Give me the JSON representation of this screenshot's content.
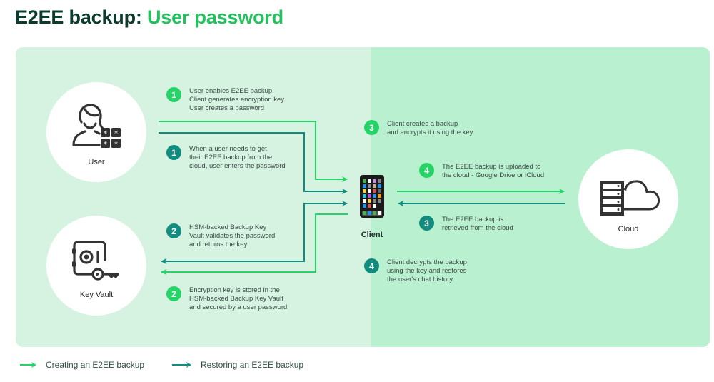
{
  "title": {
    "prefix": "E2EE backup:",
    "highlight": "User password"
  },
  "colors": {
    "create": "#25d366",
    "restore": "#128c7e",
    "title_dark": "#0c3b2e",
    "title_green": "#25c05f",
    "panel_left": "#d6f3e2",
    "panel_right": "#b9f0cf"
  },
  "nodes": {
    "user": {
      "label": "User",
      "icon": "user-password-icon"
    },
    "key_vault": {
      "label": "Key Vault",
      "icon": "safe-key-icon"
    },
    "client": {
      "label": "Client",
      "icon": "smartphone-icon"
    },
    "cloud": {
      "label": "Cloud",
      "icon": "server-cloud-icon"
    }
  },
  "steps": [
    {
      "number": "1",
      "flow": "create",
      "text": "User enables E2EE backup.\nClient generates encryption key.\nUser creates a password"
    },
    {
      "number": "1",
      "flow": "restore",
      "text": "When a user needs to get\ntheir E2EE backup from the\ncloud, user enters the password"
    },
    {
      "number": "2",
      "flow": "restore",
      "text": "HSM-backed Backup Key\nVault validates the password\nand returns the key"
    },
    {
      "number": "2",
      "flow": "create",
      "text": "Encryption key is stored in the\nHSM-backed Backup Key Vault\nand secured by a user password"
    },
    {
      "number": "3",
      "flow": "create",
      "text": "Client creates a backup\nand encrypts it using the key"
    },
    {
      "number": "4",
      "flow": "create",
      "text": "The E2EE backup is uploaded to\nthe cloud - Google Drive or iCloud"
    },
    {
      "number": "3",
      "flow": "restore",
      "text": "The E2EE backup is\nretrieved from the cloud"
    },
    {
      "number": "4",
      "flow": "restore",
      "text": "Client decrypts the backup\nusing the key and restores\nthe user's chat history"
    }
  ],
  "legend": [
    {
      "flow": "create",
      "label": "Creating an E2EE backup"
    },
    {
      "flow": "restore",
      "label": "Restoring an E2EE backup"
    }
  ]
}
